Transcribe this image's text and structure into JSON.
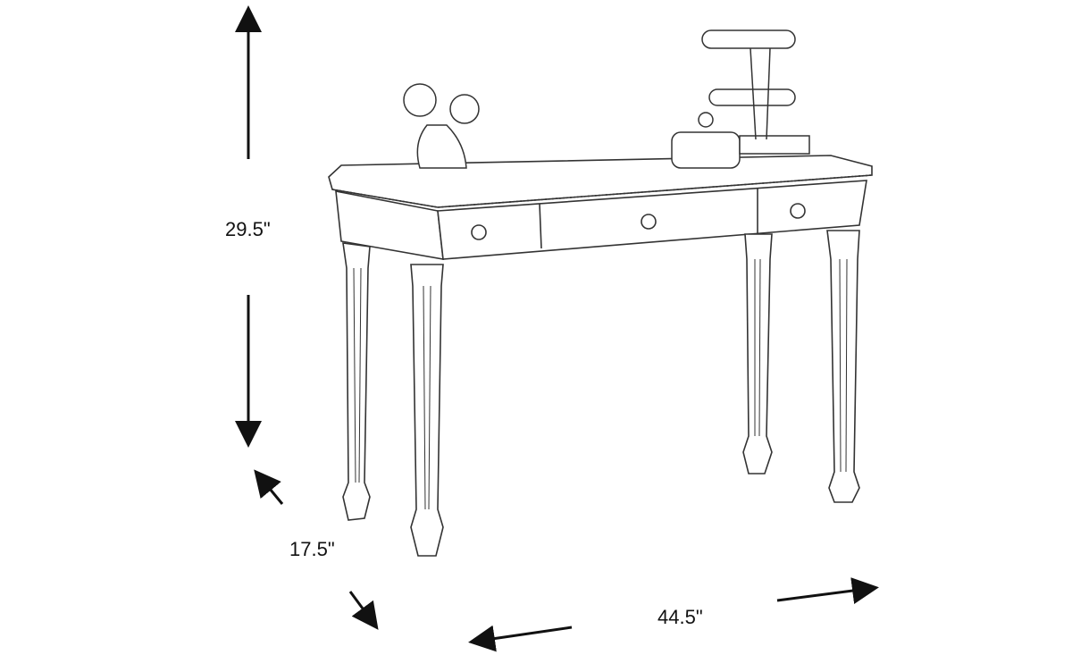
{
  "diagram": {
    "subject": "console table line drawing",
    "dimensions": {
      "height": "29.5\"",
      "depth": "17.5\"",
      "width": "44.5\""
    },
    "objects_on_top": [
      "flower vase",
      "jewelry box",
      "necklace stand"
    ],
    "drawers": 3,
    "line_color": "#333333",
    "background": "#ffffff"
  }
}
